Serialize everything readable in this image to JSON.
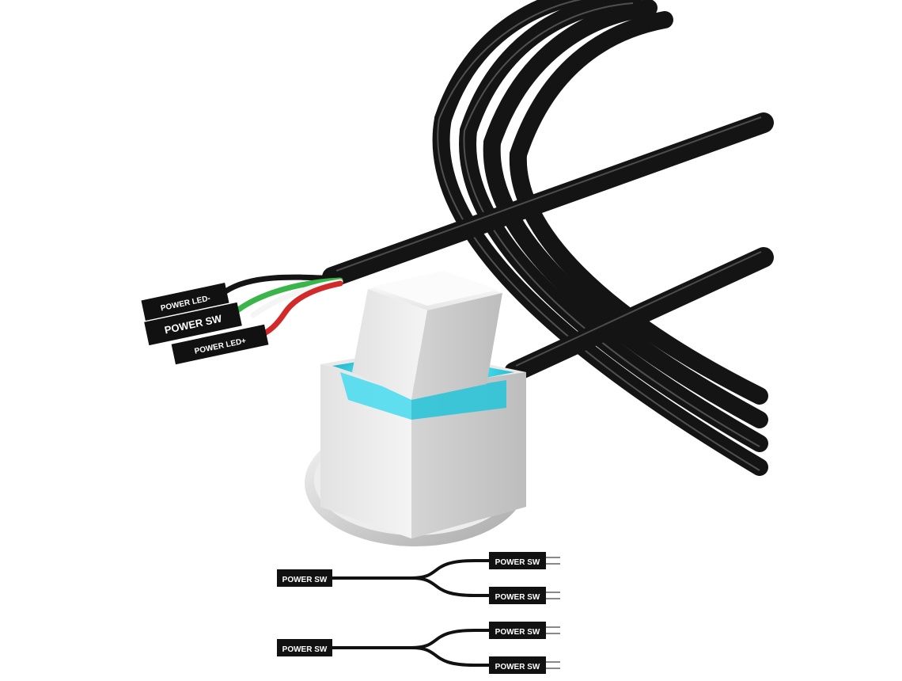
{
  "connector_labels": {
    "led_minus": "POWER LED-",
    "power_sw": "POWER SW",
    "led_plus": "POWER LED+"
  },
  "splitter_top": {
    "input": "POWER SW",
    "output_a": "POWER SW",
    "output_b": "POWER SW"
  },
  "splitter_bottom": {
    "input": "POWER SW",
    "output_a": "POWER SW",
    "output_b": "POWER SW"
  },
  "colors": {
    "cable": "#141414",
    "key_glow": "#3fd6e6",
    "key_cap": "#f2f2f2",
    "wire_green": "#3ab54a",
    "wire_red": "#d22a2a",
    "wire_white": "#f5f5f5"
  }
}
